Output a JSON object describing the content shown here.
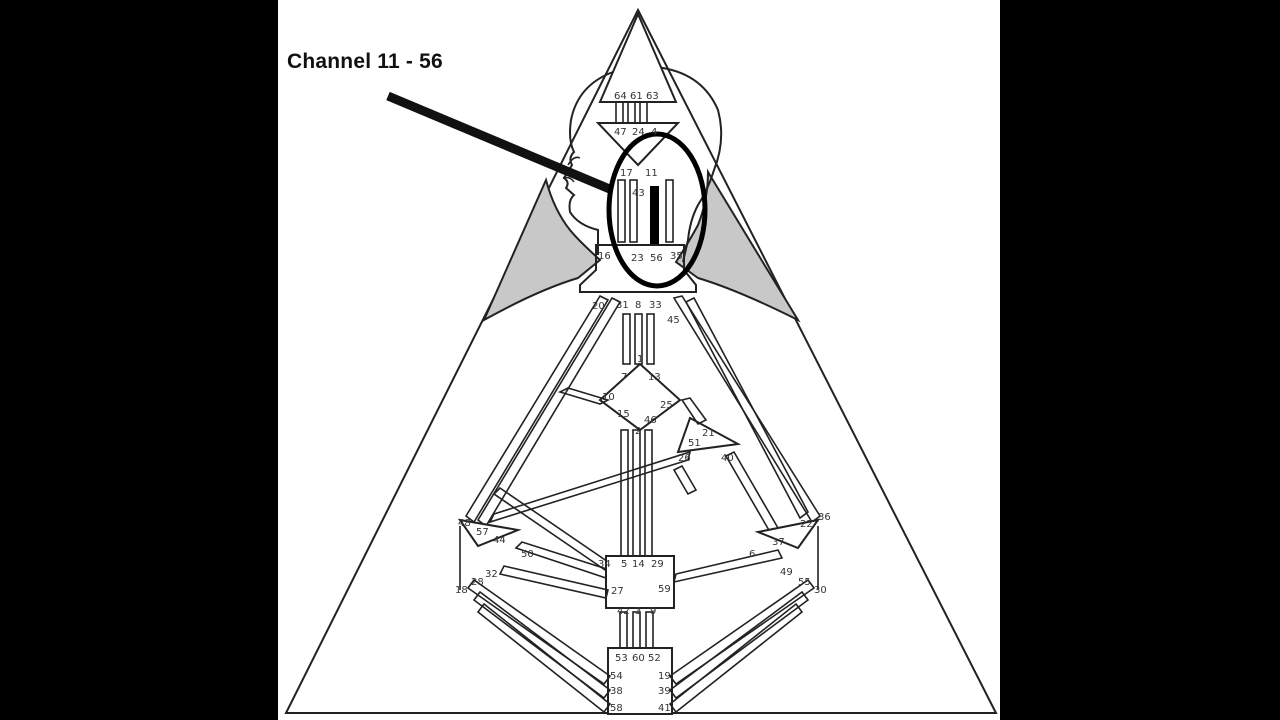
{
  "callout": {
    "title": "Channel 11 - 56"
  },
  "colors": {
    "background": "#000000",
    "panel": "#ffffff",
    "line": "#222222",
    "shoulder_fill": "#c8c8c8",
    "highlight": "#000000"
  },
  "icons": [
    "head-silhouette",
    "bodygraph"
  ],
  "gates": [
    "64",
    "61",
    "63",
    "47",
    "24",
    "4",
    "17",
    "11",
    "43",
    "16",
    "23",
    "56",
    "35",
    "20",
    "31",
    "8",
    "33",
    "45",
    "1",
    "7",
    "13",
    "10",
    "15",
    "25",
    "46",
    "2",
    "21",
    "51",
    "26",
    "40",
    "48",
    "57",
    "44",
    "22",
    "36",
    "50",
    "34",
    "5",
    "14",
    "29",
    "6",
    "37",
    "32",
    "28",
    "18",
    "27",
    "59",
    "49",
    "55",
    "30",
    "42",
    "3",
    "9",
    "53",
    "60",
    "52",
    "54",
    "19",
    "38",
    "39",
    "58",
    "41"
  ],
  "highlighted_channel": [
    "11",
    "56"
  ]
}
